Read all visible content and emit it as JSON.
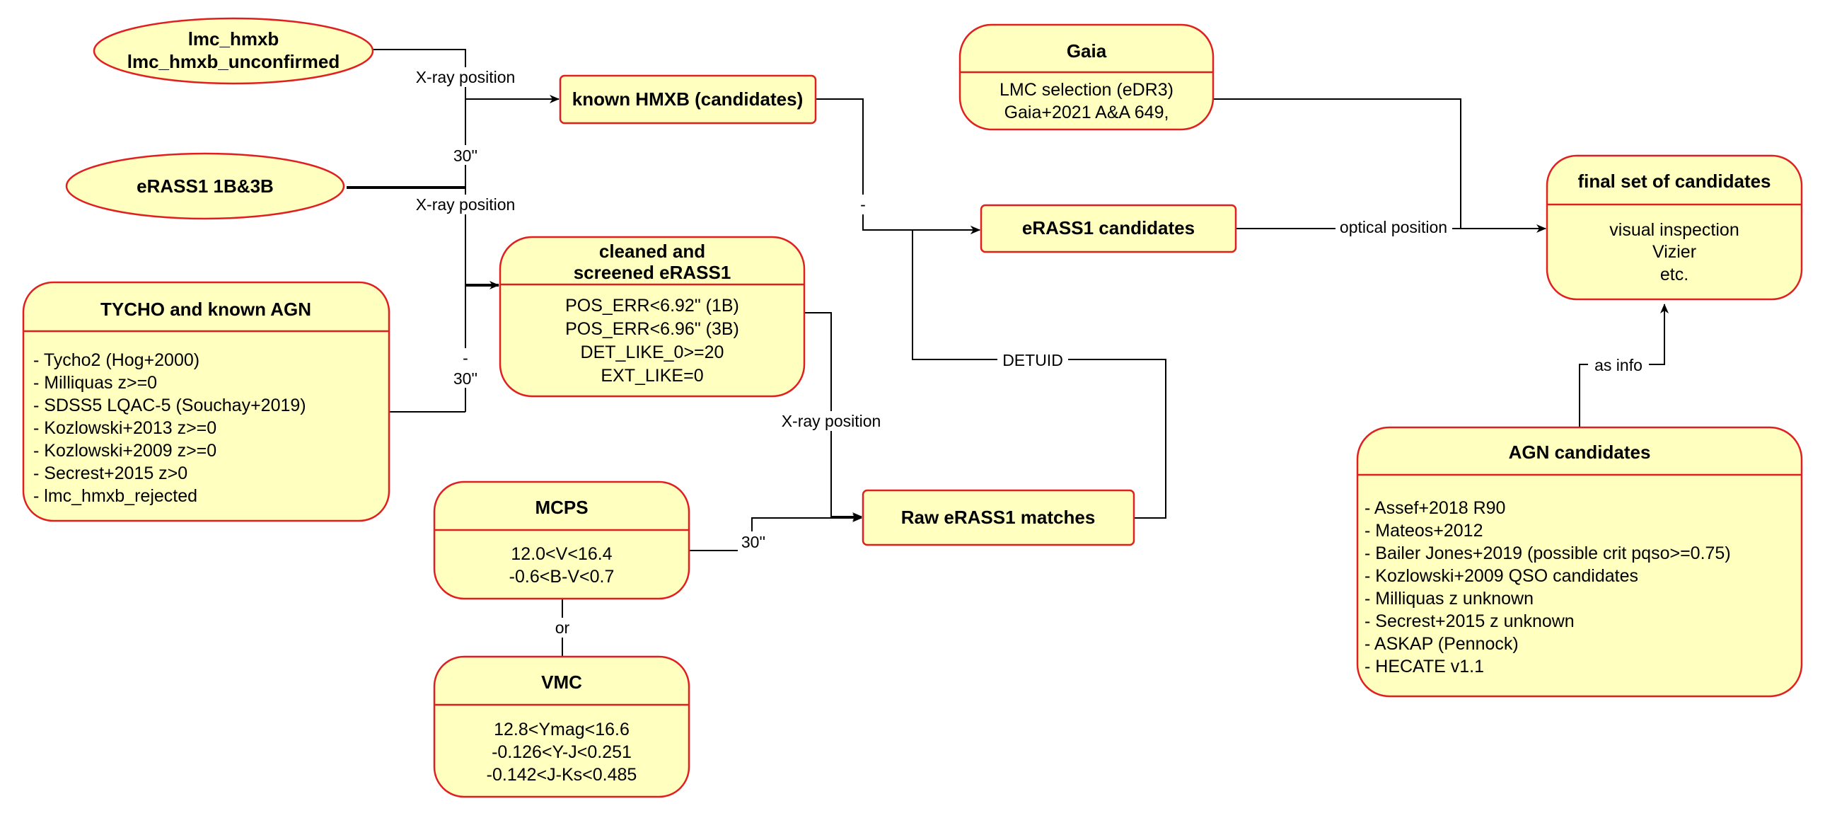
{
  "nodes": {
    "lmc_hmxb": {
      "lines": [
        "lmc_hmxb",
        "lmc_hmxb_unconfirmed"
      ]
    },
    "erass1_1b3b": {
      "title": "eRASS1 1B&3B"
    },
    "tycho_agn": {
      "title": "TYCHO and known AGN",
      "lines": [
        "- Tycho2 (Hog+2000)",
        "- Milliquas z>=0",
        "- SDSS5 LQAC-5 (Souchay+2019)",
        "- Kozlowski+2013 z>=0",
        "- Kozlowski+2009 z>=0",
        "- Secrest+2015 z>0",
        "- lmc_hmxb_rejected"
      ]
    },
    "known_hmxb": {
      "title": "known HMXB (candidates)"
    },
    "cleaned": {
      "title_lines": [
        "cleaned and",
        "screened eRASS1"
      ],
      "lines": [
        "POS_ERR<6.92\" (1B)",
        "POS_ERR<6.96\" (3B)",
        "DET_LIKE_0>=20",
        "EXT_LIKE=0"
      ]
    },
    "gaia": {
      "title": "Gaia",
      "lines": [
        "LMC selection (eDR3)",
        "Gaia+2021 A&A 649,"
      ]
    },
    "erass1_cand": {
      "title": "eRASS1 candidates"
    },
    "final": {
      "title": "final set of candidates",
      "lines": [
        "visual inspection",
        "Vizier",
        "etc."
      ]
    },
    "mcps": {
      "title": "MCPS",
      "lines": [
        "12.0<V<16.4",
        "-0.6<B-V<0.7"
      ]
    },
    "vmc": {
      "title": "VMC",
      "lines": [
        "12.8<Ymag<16.6",
        "-0.126<Y-J<0.251",
        "-0.142<J-Ks<0.485"
      ]
    },
    "raw": {
      "title": "Raw eRASS1 matches"
    },
    "agn_cand": {
      "title": "AGN candidates",
      "lines": [
        "- Assef+2018 R90",
        "- Mateos+2012",
        "- Bailer Jones+2019 (possible crit pqso>=0.75)",
        "- Kozlowski+2009 QSO candidates",
        "- Milliquas z unknown",
        "- Secrest+2015 z unknown",
        "- ASKAP (Pennock)",
        "- HECATE v1.1"
      ]
    }
  },
  "edges": {
    "xray_position_1": "X-ray position",
    "arcsec_30_1": "30''",
    "xray_position_2": "X-ray position",
    "dash_1": "-",
    "arcsec_30_2": "30''",
    "dash_2": "-",
    "optical_position": "optical position",
    "detuid": "DETUID",
    "xray_position_3": "X-ray position",
    "arcsec_30_3": "30''",
    "or": "or",
    "as_info": "as info"
  }
}
